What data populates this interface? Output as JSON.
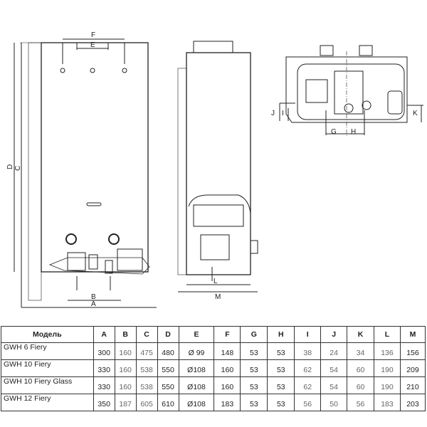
{
  "drawing_labels": {
    "front": [
      "F",
      "E",
      "D",
      "C",
      "B",
      "A"
    ],
    "side": [
      "L",
      "M"
    ],
    "top": [
      "J",
      "I",
      "G",
      "H",
      "K"
    ]
  },
  "table": {
    "headers": [
      "Модель",
      "A",
      "B",
      "C",
      "D",
      "E",
      "F",
      "G",
      "H",
      "I",
      "J",
      "K",
      "L",
      "M"
    ],
    "rows": [
      [
        "GWH 6 Fiery",
        "300",
        "160",
        "475",
        "480",
        "Ø 99",
        "148",
        "53",
        "53",
        "38",
        "24",
        "34",
        "136",
        "156"
      ],
      [
        "GWH 10 Fiery",
        "330",
        "160",
        "538",
        "550",
        "Ø108",
        "160",
        "53",
        "53",
        "62",
        "54",
        "60",
        "190",
        "209"
      ],
      [
        "GWH 10 Fiery Glass",
        "330",
        "160",
        "538",
        "550",
        "Ø108",
        "160",
        "53",
        "53",
        "62",
        "54",
        "60",
        "190",
        "210"
      ],
      [
        "GWH 12 Fiery",
        "350",
        "187",
        "605",
        "610",
        "Ø108",
        "183",
        "53",
        "53",
        "56",
        "50",
        "56",
        "183",
        "203"
      ]
    ]
  }
}
